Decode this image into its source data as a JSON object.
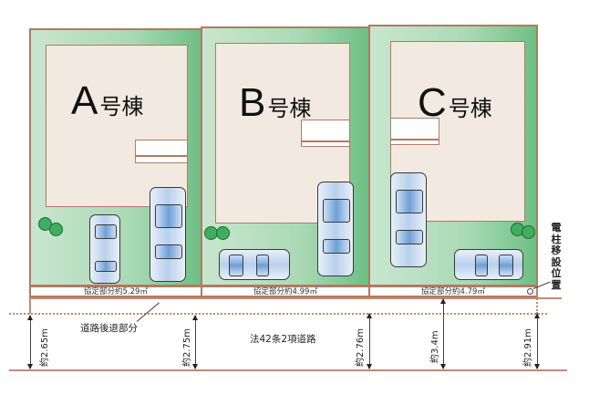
{
  "lots": [
    {
      "id": "A",
      "letter": "A",
      "suffix": "号棟",
      "setback_area": "協定部分約5.29㎡"
    },
    {
      "id": "B",
      "letter": "B",
      "suffix": "号棟",
      "setback_area": "協定部分約4.99㎡"
    },
    {
      "id": "C",
      "letter": "C",
      "suffix": "号棟",
      "setback_area": "協定部分約4.79㎡"
    }
  ],
  "road": {
    "setback_label": "道路後退部分",
    "road_label": "法42条2項道路",
    "widths": [
      "約2.65m",
      "約2.75m",
      "約2.76m",
      "約3.4m",
      "約2.91m"
    ]
  },
  "utility_pole": {
    "label": [
      "電",
      "柱",
      "移",
      "設",
      "位",
      "置"
    ]
  },
  "colors": {
    "lot_border": "#b27a62",
    "lawn_light": "#c9e6cf",
    "lawn_dark": "#6dbf84",
    "house_fill": "#f2eae0",
    "road_line": "#c48a70",
    "car_glass": "#6e9fd6"
  }
}
